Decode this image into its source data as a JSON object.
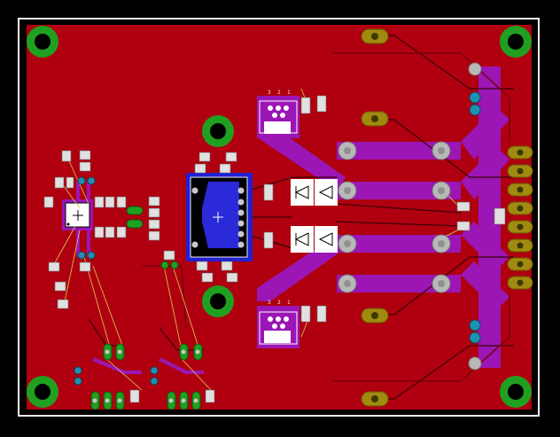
{
  "app": {
    "title": ""
  },
  "colors": {
    "background": "#000000",
    "outline": "#f0f0f0",
    "copper_top": "#b00010",
    "copper_top_dark": "#7a000a",
    "copper_bottom": "#2020d0",
    "trace_purple": "#9b16b5",
    "pad_gold": "#a08a10",
    "pad_light": "#c8c8c8",
    "mount_green": "#20a020",
    "via_cyan": "#2090b0",
    "silk_white": "#e8e8e8",
    "airwire_yellow": "#d0d050"
  },
  "silkscreen": {
    "u_top_pins": [
      "3",
      "2",
      "1"
    ],
    "u_bottom_pins": [
      "3",
      "2",
      "1"
    ]
  }
}
